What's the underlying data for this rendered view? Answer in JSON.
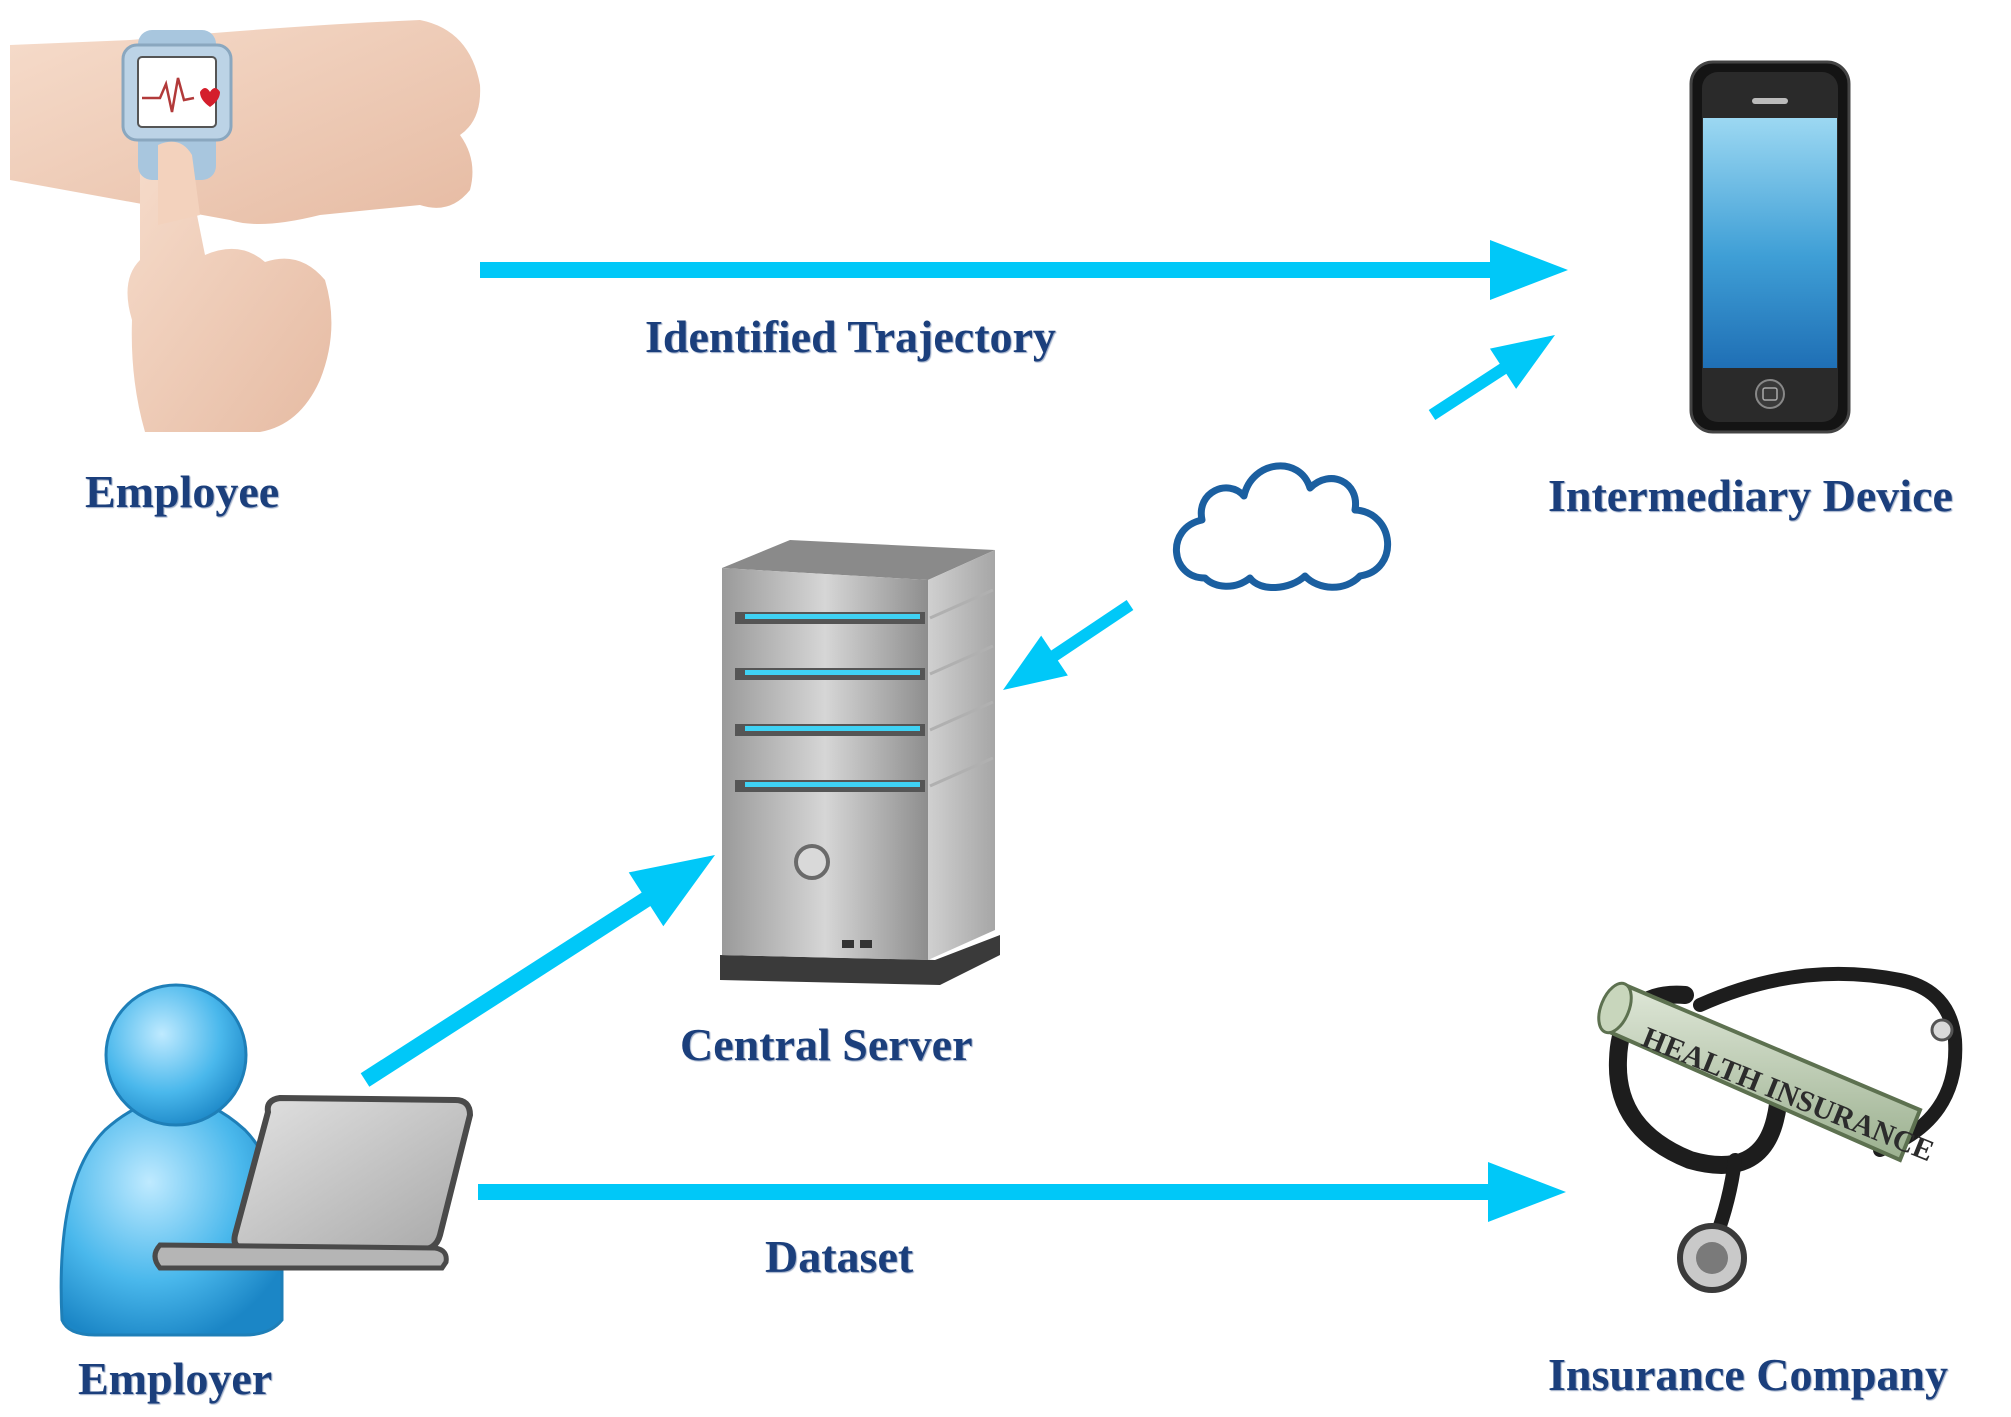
{
  "nodes": {
    "employee": {
      "label": "Employee"
    },
    "intermediary": {
      "label": "Intermediary Device"
    },
    "server": {
      "label": "Central Server"
    },
    "employer": {
      "label": "Employer"
    },
    "insurance": {
      "label": "Insurance Company",
      "badge_text": "HEALTH INSURANCE"
    }
  },
  "edges": {
    "identified": {
      "label": "Identified Trajectory"
    },
    "dataset": {
      "label": "Dataset"
    }
  },
  "colors": {
    "arrow": "#00c8f8",
    "label": "#1b3f7c",
    "cloud": "#1b5fa0"
  }
}
